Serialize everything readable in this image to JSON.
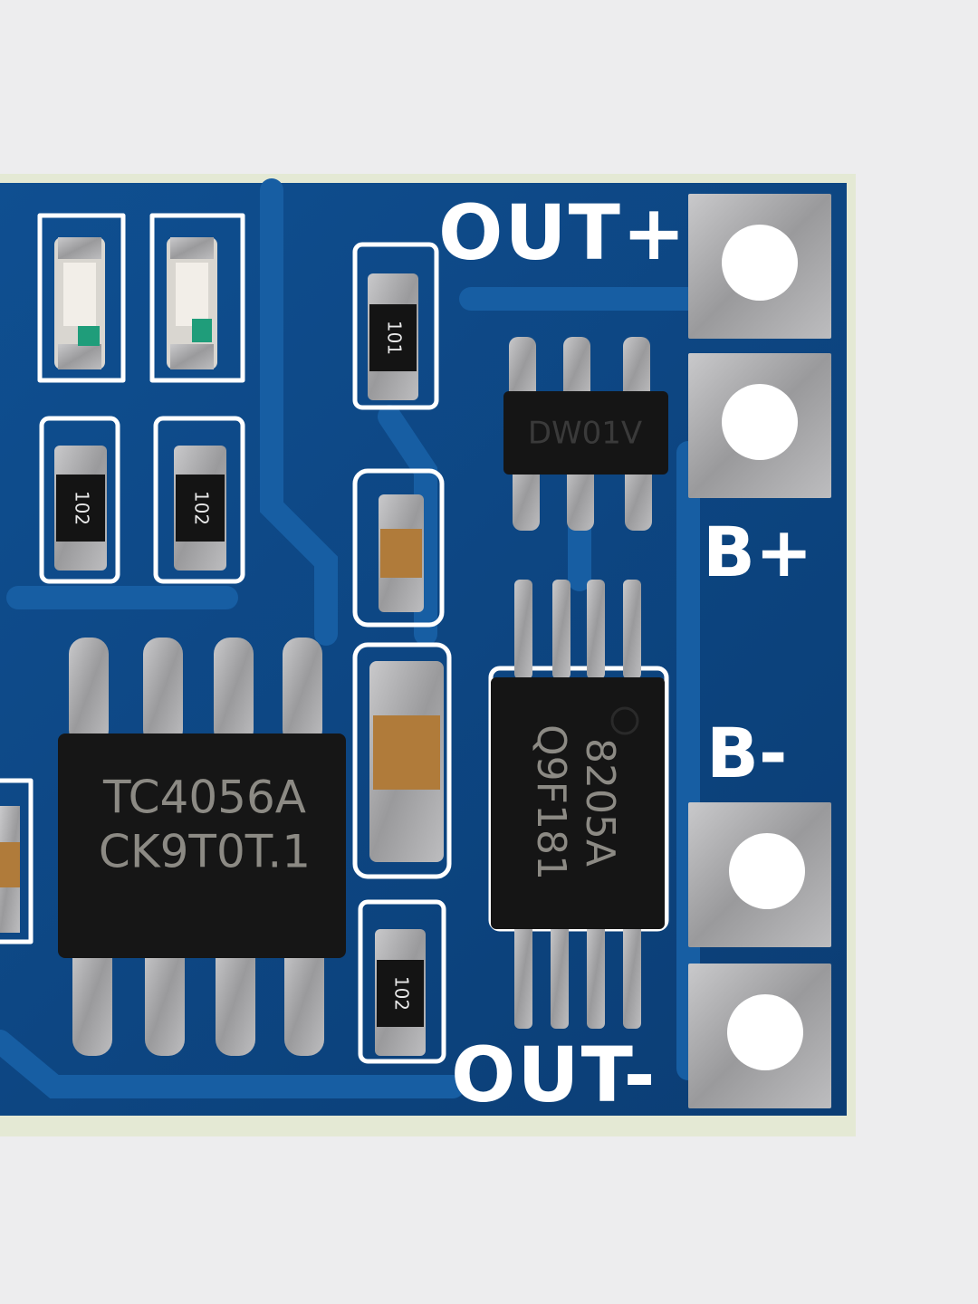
{
  "photo": {
    "colors": {
      "background": "#ededee",
      "board_edge": "#e6ebd8",
      "pcb": "#0e4a8a",
      "pcb_dark": "#0a3566",
      "trace": "#155a9c",
      "silkscreen": "#ffffff",
      "pad_metal": "#a9a9ab",
      "chip_body": "#161616",
      "chip_marking": "#8c8a84",
      "capacitor_ceramic": "#b07b3a"
    }
  },
  "silkscreen": {
    "out_plus": "OUT+",
    "b_plus": "B+",
    "b_minus": "B-",
    "out_minus": "OUT-"
  },
  "chips": {
    "charger": {
      "line1": "TC4056A",
      "line2": "CK9T0T.1"
    },
    "mosfet": {
      "line1": "8205A",
      "line2": "Q9F181"
    },
    "protector": {
      "line1": "DW01V"
    }
  },
  "resistors": {
    "r_top_center": "101",
    "r_left_1": "102",
    "r_left_2": "102",
    "r_bottom_center": "102"
  }
}
